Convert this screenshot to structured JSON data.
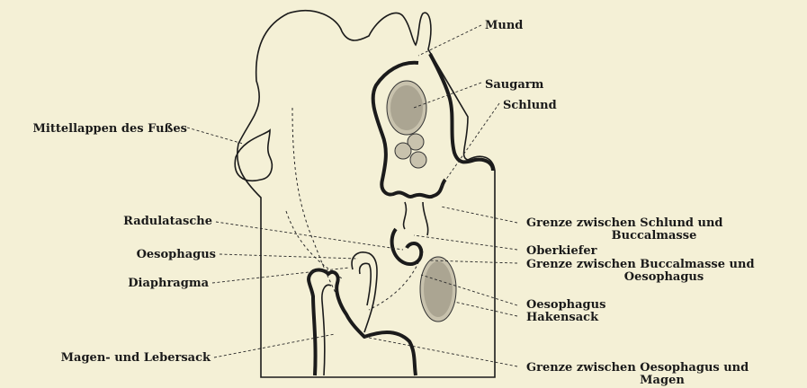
{
  "labels": {
    "mund": "Mund",
    "saugarm": "Saugarm",
    "schlund": "Schlund",
    "mittellappen": "Mittellappen des Fußes",
    "radulatasche": "Radulatasche",
    "oesophagus_left": "Oesophagus",
    "diaphragma": "Diaphragma",
    "magen_lebersack": "Magen- und Lebersack",
    "grenze_schlund_buccal_1": "Grenze zwischen Schlund und",
    "grenze_schlund_buccal_2": "Buccalmasse",
    "oberkiefer": "Oberkiefer",
    "grenze_buccal_oeso_1": "Grenze zwischen Buccalmasse und",
    "grenze_buccal_oeso_2": "Oesophagus",
    "oesophagus_right": "Oesophagus",
    "hakensack": "Hakensack",
    "grenze_oeso_magen_1": "Grenze zwischen Oesophagus und",
    "grenze_oeso_magen_2": "Magen"
  },
  "colors": {
    "background": "#f4f0d6",
    "ink": "#1b1b1b",
    "gland_fill": "#c8c2ad"
  }
}
